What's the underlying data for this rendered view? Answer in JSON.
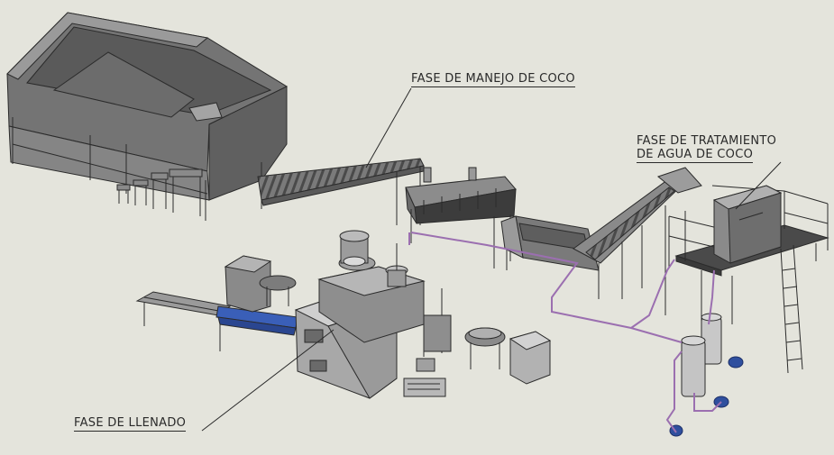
{
  "labels": {
    "manejo": "FASE DE MANEJO DE COCO",
    "tratamiento_line1": "FASE DE TRATAMIENTO",
    "tratamiento_line2": "DE AGUA DE COCO",
    "llenado": "FASE DE LLENADO"
  },
  "colors": {
    "background": "#e4e4dc",
    "machine_dark": "#5e5e5e",
    "machine_mid": "#8a8a8a",
    "machine_light": "#b8b8b8",
    "outline": "#2b2b2b",
    "pipe": "#9b6fb0",
    "conveyor_belt": "#3a5fb8",
    "pump": "#2f4f9e"
  }
}
